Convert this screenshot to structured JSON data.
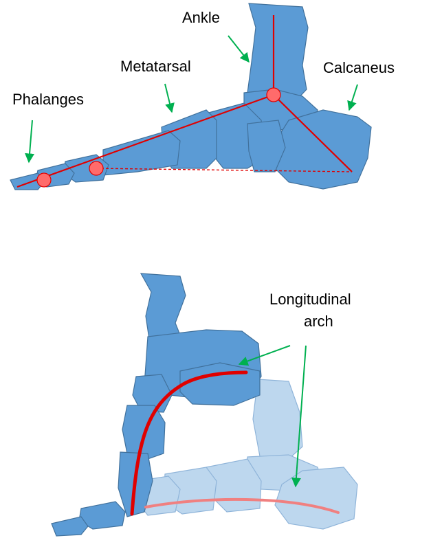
{
  "labels": {
    "ankle": "Ankle",
    "metatarsal": "Metatarsal",
    "calcaneus": "Calcaneus",
    "phalanges": "Phalanges",
    "arch_line1": "Longitudinal",
    "arch_line2": "arch"
  },
  "colors": {
    "bone": "#5b9bd5",
    "bone_stroke": "#41719c",
    "bone_light": "#bdd7ee",
    "bone_light_stroke": "#8fb4d9",
    "joint": "#ff6b6b",
    "line": "#e00000",
    "arch_curve": "#f08080",
    "arrow": "#00b050"
  }
}
